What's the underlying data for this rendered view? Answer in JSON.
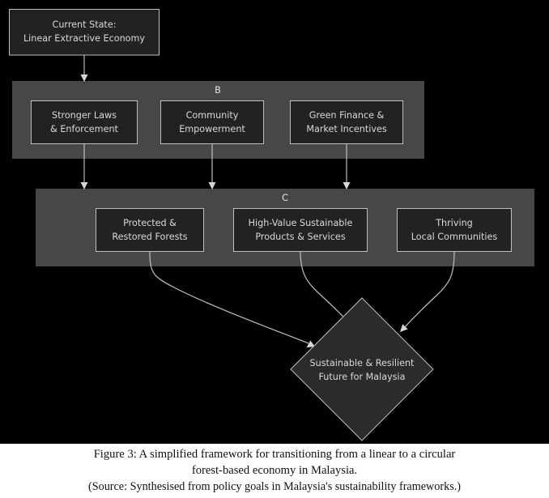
{
  "figure": {
    "background_color": "#000000",
    "panel_color": "#474747",
    "node_fill_color": "#222222",
    "node_border_color": "#bfbfbf",
    "text_color": "#d9d9d9",
    "edge_color": "#bfbfbf"
  },
  "current_state": {
    "line1": "Current State:",
    "line2": "Linear Extractive Economy"
  },
  "cluster_b": {
    "label": "B",
    "nodes": [
      {
        "line1": "Stronger Laws",
        "line2": "& Enforcement"
      },
      {
        "line1": "Community",
        "line2": "Empowerment"
      },
      {
        "line1": "Green Finance &",
        "line2": "Market Incentives"
      }
    ]
  },
  "cluster_c": {
    "label": "C",
    "nodes": [
      {
        "line1": "Protected &",
        "line2": "Restored Forests"
      },
      {
        "line1": "High-Value Sustainable",
        "line2": "Products & Services"
      },
      {
        "line1": "Thriving",
        "line2": "Local Communities"
      }
    ]
  },
  "outcome": {
    "line1": "Sustainable & Resilient",
    "line2": "Future for Malaysia"
  },
  "caption": {
    "line1": "Figure 3: A simplified framework for transitioning from a linear to a circular",
    "line2": "forest-based economy in Malaysia.",
    "line3": "(Source: Synthesised from policy goals in Malaysia's sustainability frameworks.)"
  }
}
